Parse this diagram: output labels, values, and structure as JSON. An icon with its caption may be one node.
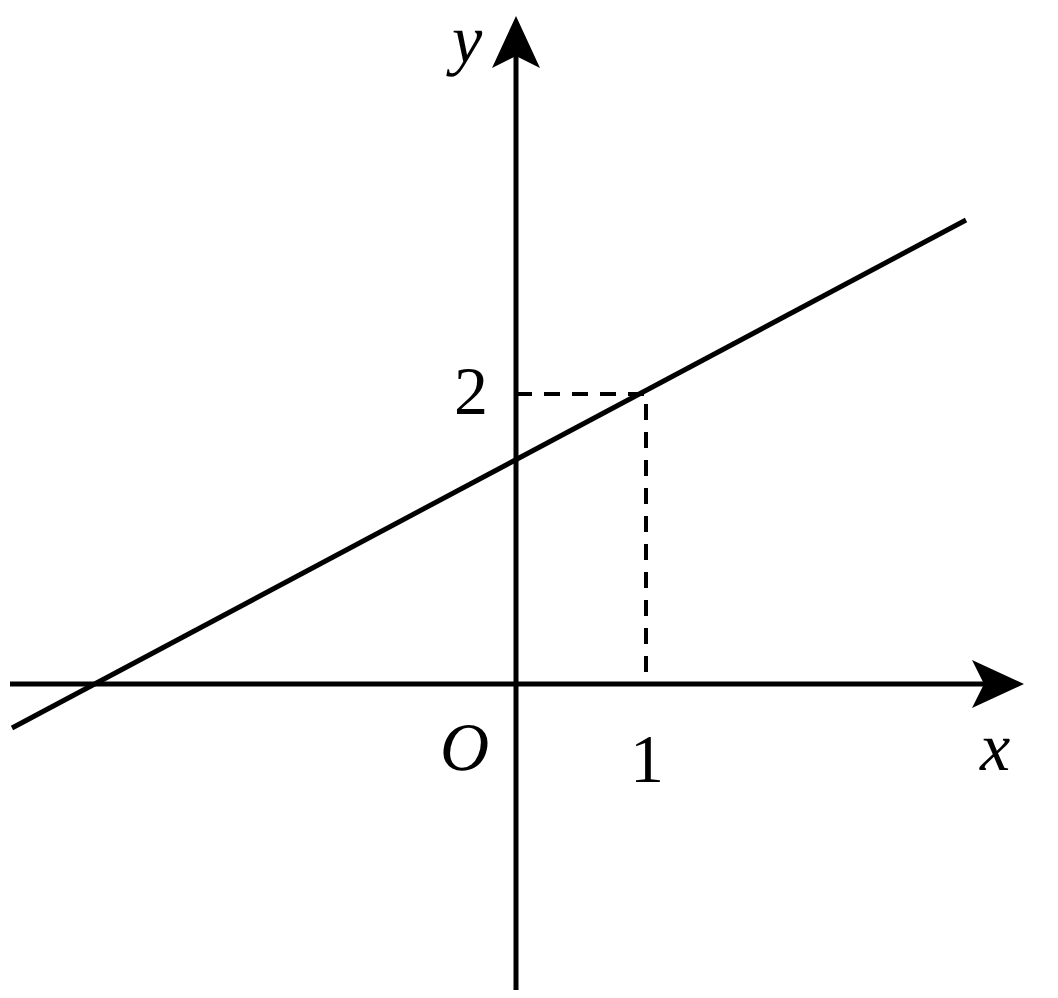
{
  "diagram": {
    "labels": [
      "y",
      "2",
      "O",
      "1",
      "x"
    ]
  }
}
